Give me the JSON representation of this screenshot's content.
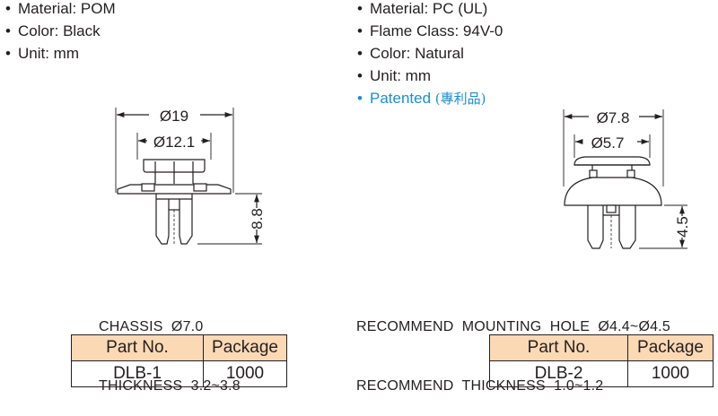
{
  "left_part": {
    "specs": [
      "Material: POM",
      "Color: Black",
      "Unit: mm"
    ],
    "dimensions": {
      "outer_diameter": "Ø19",
      "inner_diameter": "Ø12.1",
      "height": "8.8"
    },
    "notes": [
      "CHASSIS  Ø7.0",
      "THICKNESS  3.2~3.8"
    ],
    "table": {
      "headers": [
        "Part No.",
        "Package"
      ],
      "rows": [
        [
          "DLB-1",
          "1000"
        ]
      ]
    }
  },
  "right_part": {
    "specs": [
      "Material: PC (UL)",
      "Flame Class: 94V-0",
      "Color: Natural",
      "Unit: mm"
    ],
    "patent": {
      "label": "Patented",
      "chinese": "(專利品)"
    },
    "dimensions": {
      "outer_diameter": "Ø7.8",
      "inner_diameter": "Ø5.7",
      "height": "4.5"
    },
    "notes": [
      "RECOMMEND  MOUNTING  HOLE  Ø4.4~Ø4.5",
      "RECOMMEND  THICKNESS  1.0~1.2"
    ],
    "table": {
      "headers": [
        "Part No.",
        "Package"
      ],
      "rows": [
        [
          "DLB-2",
          "1000"
        ]
      ]
    }
  },
  "bullet_symbol": "•",
  "colors": {
    "accent": "#1a8fd0",
    "table_header": "#fbd9b4",
    "line": "#231f20"
  }
}
